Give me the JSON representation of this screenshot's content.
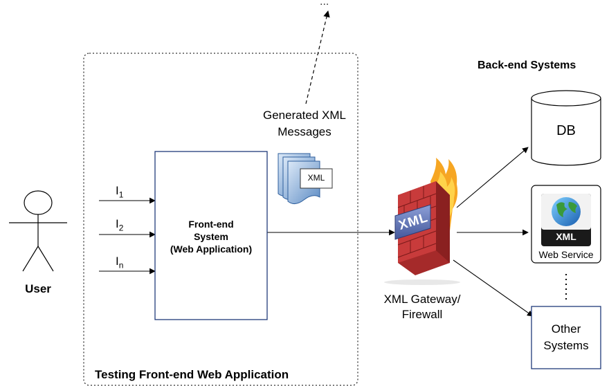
{
  "top_annotation": "...",
  "user": {
    "label": "User"
  },
  "inputs": [
    {
      "base": "I",
      "sub": "1"
    },
    {
      "base": "I",
      "sub": "2"
    },
    {
      "base": "I",
      "sub": "n"
    }
  ],
  "front_end": {
    "line1": "Front-end",
    "line2": "System",
    "line3": "(Web Application)"
  },
  "generated_xml": {
    "line1": "Generated XML",
    "line2": "Messages",
    "doc_label": "XML"
  },
  "testing_label": "Testing Front-end Web Application",
  "gateway": {
    "icon_text": "XML",
    "line1": "XML Gateway/",
    "line2": "Firewall"
  },
  "backend": {
    "title": "Back-end Systems",
    "db_label": "DB",
    "web_service": {
      "icon_text": "XML",
      "label": "Web Service"
    },
    "other": {
      "line1": "Other",
      "line2": "Systems"
    }
  },
  "colors": {
    "box_border": "#1f3a7a",
    "firewall_brick": "#b32d2d",
    "xml_badge": "#5a6fb0",
    "flame": "#f39a1e"
  }
}
